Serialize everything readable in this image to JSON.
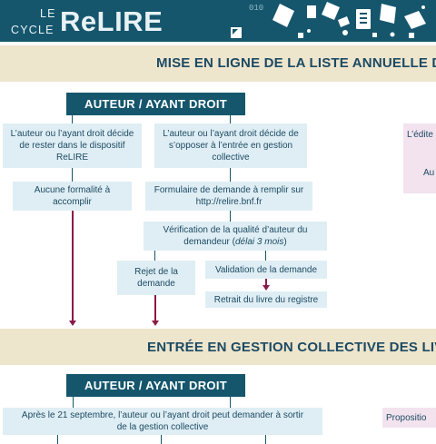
{
  "header": {
    "logo_small_le": "LE",
    "logo_small_cycle": "CYCLE",
    "logo_big": "ReLIRE",
    "decor_text": "010"
  },
  "section1": {
    "title": "MISE EN LIGNE DE LA LISTE ANNUELLE DE",
    "author_header": "AUTEUR / AYANT DROIT",
    "left_box_1": "L’auteur ou l’ayant droit décide de rester dans le dispositif ReLIRE",
    "left_box_2": "Aucune formalité à accomplir",
    "mid_box_1": "L’auteur ou l’ayant droit décide de s’opposer à l’entrée en gestion collective",
    "mid_box_2": "Formulaire de demande à remplir sur http://relire.bnf.fr",
    "verif_main": "Vérification de la qualité d’auteur du demandeur (",
    "verif_em": "délai 3 mois",
    "verif_end": ")",
    "rejet": "Rejet de la demande",
    "validation": "Validation de la demande",
    "retrait": "Retrait du livre du registre",
    "right_box_1": "L’édite dans l",
    "right_box_2": "Au"
  },
  "section2": {
    "title": "ENTRÉE EN GESTION COLLECTIVE DES LIVR",
    "author_header": "AUTEUR / AYANT DROIT",
    "box_1": "Après le 21 septembre, l’auteur ou l’ayant droit peut demander à sortir de la gestion collective",
    "right_box": "Propositio"
  },
  "colors": {
    "navy": "#15566d",
    "light_blue": "#dfeef4",
    "beige": "#eee5cd",
    "maroon": "#8a1a48",
    "pink": "#f2e3ef"
  }
}
